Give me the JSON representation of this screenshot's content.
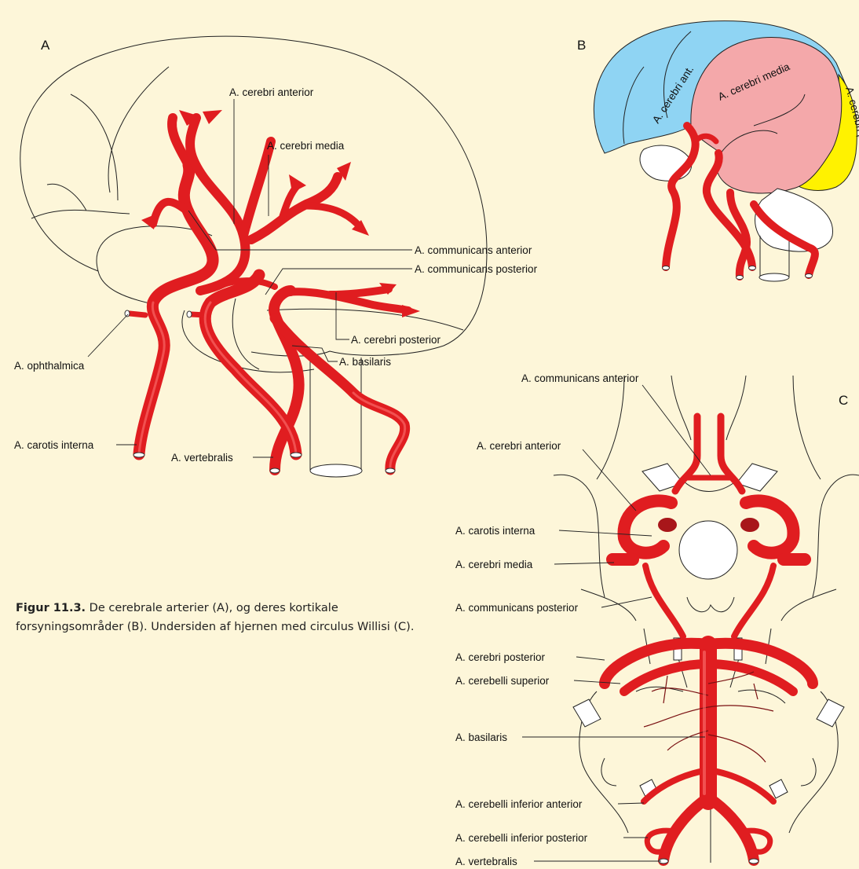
{
  "panels": {
    "a": "A",
    "b": "B",
    "c": "C"
  },
  "panel_a_labels": {
    "cerebri_anterior": "A. cerebri anterior",
    "cerebri_media": "A. cerebri media",
    "communicans_anterior": "A. communicans anterior",
    "communicans_posterior": "A. communicans posterior",
    "cerebri_posterior": "A. cerebri posterior",
    "basilaris": "A. basilaris",
    "ophthalmica": "A. ophthalmica",
    "carotis_interna": "A. carotis interna",
    "vertebralis": "A. vertebralis"
  },
  "panel_b_labels": {
    "cerebri_ant": "A. cerebri ant.",
    "cerebri_media": "A. cerebri media",
    "cerebri_post": "A. cerebri post."
  },
  "panel_c_labels": {
    "communicans_anterior": "A. communicans anterior",
    "cerebri_anterior": "A. cerebri anterior",
    "carotis_interna": "A. carotis interna",
    "cerebri_media": "A. cerebri media",
    "communicans_posterior": "A. communicans posterior",
    "cerebri_posterior": "A. cerebri posterior",
    "cerebelli_superior": "A. cerebelli superior",
    "basilaris": "A. basilaris",
    "cerebelli_inferior_anterior": "A. cerebelli inferior anterior",
    "cerebelli_inferior_posterior": "A. cerebelli inferior posterior",
    "vertebralis": "A. vertebralis"
  },
  "caption": {
    "label": "Figur 11.3.",
    "text": "De cerebrale arterier (A), og deres kortikale forsyningsområder (B). Undersiden af hjernen med circulus Willisi (C)."
  },
  "colors": {
    "background": "#fdf6d9",
    "artery": "#e01d20",
    "anterior_territory": "#8fd4f3",
    "media_territory": "#f4a8aa",
    "posterior_territory": "#fff200"
  }
}
